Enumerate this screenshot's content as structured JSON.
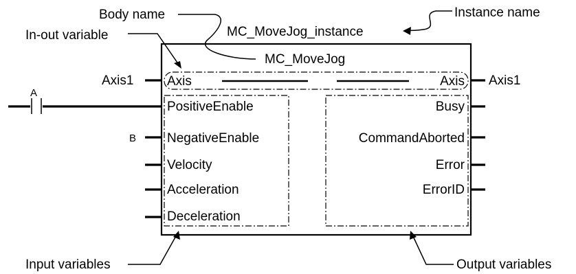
{
  "annotations": {
    "body_name": "Body name",
    "instance_name": "Instance name",
    "in_out_variable": "In-out variable",
    "input_variables": "Input variables",
    "output_variables": "Output variables"
  },
  "block": {
    "instance_name": "MC_MoveJog_instance",
    "body_name": "MC_MoveJog"
  },
  "in_out": {
    "external_in": "Axis1",
    "param_in": "Axis",
    "param_out": "Axis",
    "external_out": "Axis1"
  },
  "contacts": {
    "a_label": "A",
    "b_label": "B"
  },
  "inputs": [
    "PositiveEnable",
    "NegativeEnable",
    "Velocity",
    "Acceleration",
    "Deceleration"
  ],
  "outputs": [
    "Busy",
    "CommandAborted",
    "Error",
    "ErrorID"
  ]
}
